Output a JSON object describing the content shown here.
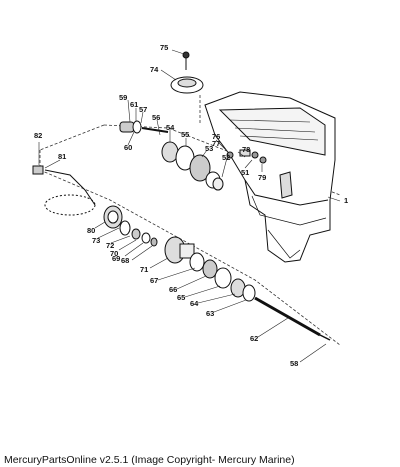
{
  "footer": {
    "text": "MercuryPartsOnline v2.5.1 (Image Copyright- Mercury Marine)"
  },
  "callouts": {
    "c1": "1",
    "c51": "51",
    "c52": "52",
    "c53": "53",
    "c54": "54",
    "c55": "55",
    "c56": "56",
    "c57": "57",
    "c58": "58",
    "c59": "59",
    "c60": "60",
    "c61": "61",
    "c62": "62",
    "c63": "63",
    "c64": "64",
    "c65": "65",
    "c66": "66",
    "c67": "67",
    "c68": "68",
    "c69": "69",
    "c70": "70",
    "c71": "71",
    "c72": "72",
    "c73": "73",
    "c74": "74",
    "c75": "75",
    "c76": "76",
    "c77": "77",
    "c78": "78",
    "c79": "79",
    "c80": "80",
    "c81": "81",
    "c82": "82"
  }
}
